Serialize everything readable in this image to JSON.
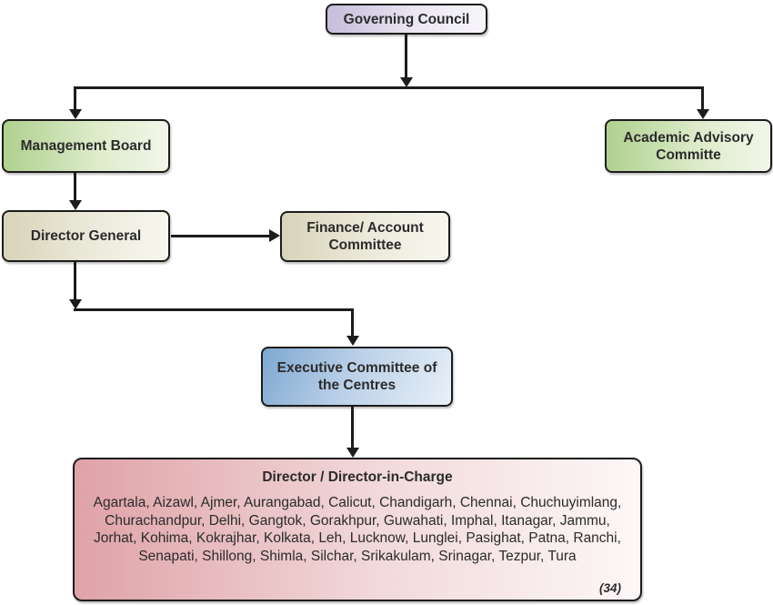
{
  "nodes": {
    "governing_council": {
      "label": "Governing Council"
    },
    "management_board": {
      "label": "Management Board"
    },
    "academic_advisory_committee": {
      "label": "Academic Advisory Committe"
    },
    "director_general": {
      "label": "Director General"
    },
    "finance_account_committee": {
      "label": "Finance/ Account Committee"
    },
    "executive_committee": {
      "label": "Executive Committee of the Centres"
    },
    "director_in_charge": {
      "title": "Director / Director-in-Charge",
      "centres": "Agartala, Aizawl, Ajmer, Aurangabad, Calicut, Chandigarh, Chennai, Chuchuyimlang, Churachandpur, Delhi, Gangtok, Gorakhpur, Guwahati, Imphal, Itanagar, Jammu, Jorhat, Kohima, Kokrajhar, Kolkata, Leh, Lucknow, Lunglei, Pasighat, Patna, Ranchi, Senapati, Shillong, Shimla, Silchar, Srikakulam, Srinagar, Tezpur, Tura",
      "count_label": "(34)"
    }
  },
  "colors": {
    "border": "#1c1c1c",
    "connector": "#1c1c1c",
    "text": "#2b2b2b",
    "governing_gradient_start": "#c5bdda",
    "governing_gradient_end": "#f8f6fb",
    "board_gradient_start": "#afd08e",
    "board_gradient_end": "#f2f7ea",
    "committee_gradient_start": "#d8d4ba",
    "committee_gradient_end": "#f8f7ef",
    "executive_gradient_start": "#7ea8d1",
    "executive_gradient_end": "#e9f0f8",
    "director_gradient_start": "#dfa2a7",
    "director_gradient_end": "#fdf7f7"
  }
}
